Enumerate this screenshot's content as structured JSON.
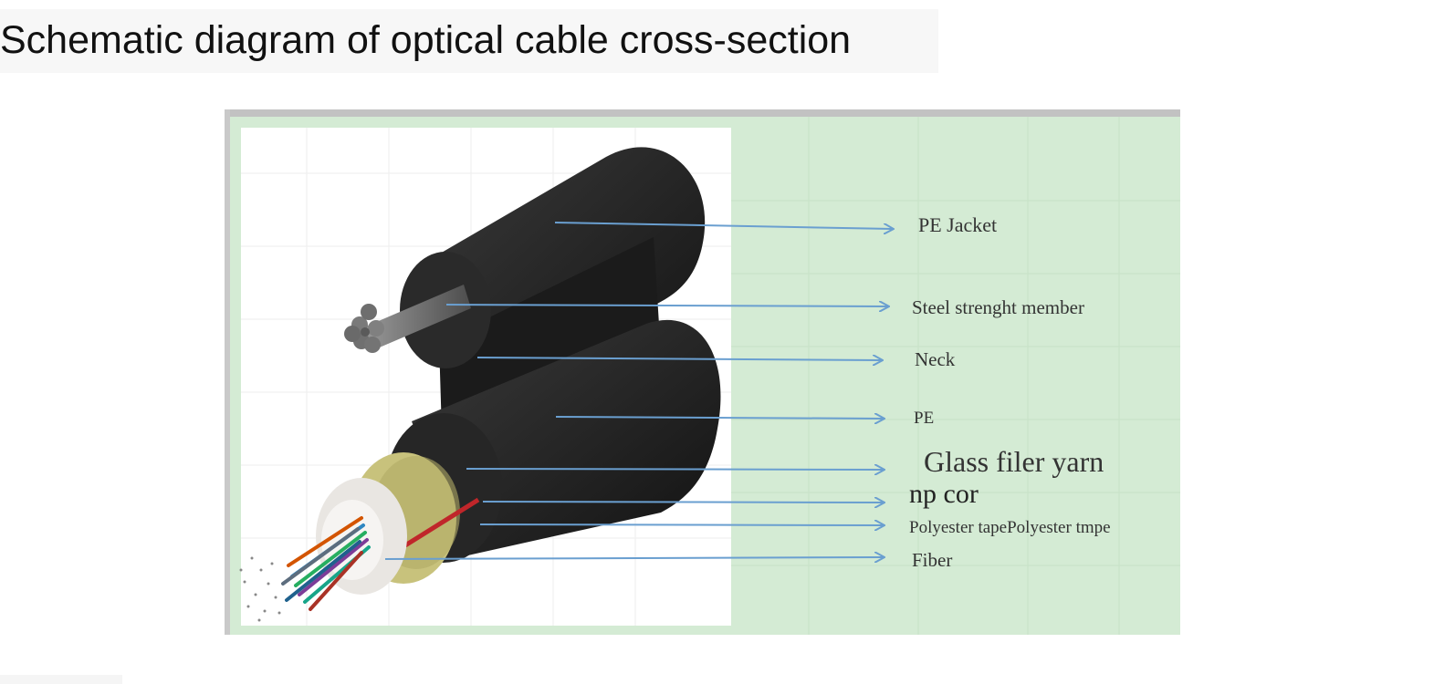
{
  "title": "Schematic diagram of optical cable cross-section",
  "labels": {
    "pe_jacket": "PE Jacket",
    "steel_member": "Steel strenght member",
    "neck": "Neck",
    "pe": "PE",
    "glass_fiber_yarn": "Glass filer yarn",
    "np_cord": "np cor",
    "polyester_tape": "Polyester tapePolyester tmpe",
    "fiber": "Fiber"
  },
  "colors": {
    "frame_green": "#d4ebd4",
    "arrow_blue": "#6a9fd0",
    "cable_black": "#1e1e1e",
    "yarn_yellow": "#c8c27c"
  }
}
